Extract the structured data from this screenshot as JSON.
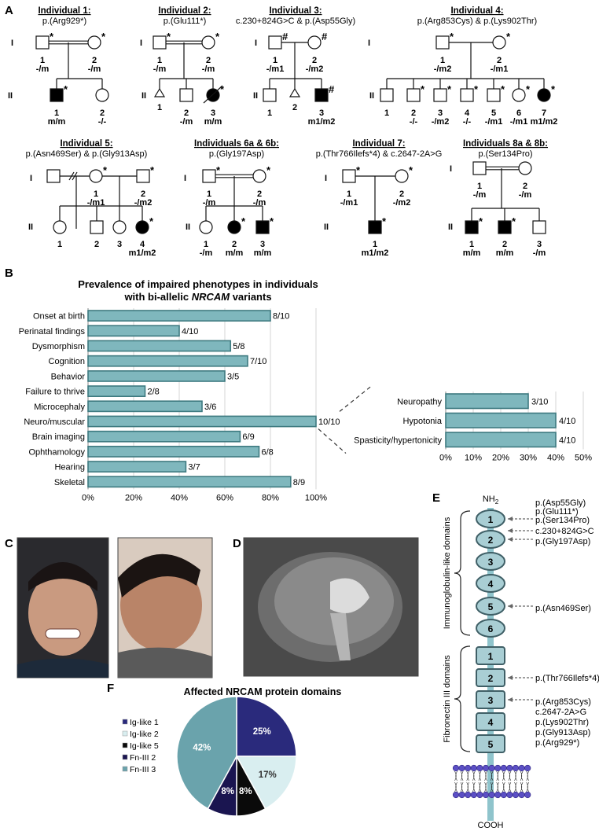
{
  "panel_letters": {
    "a": "A",
    "b": "B",
    "c": "C",
    "d": "D",
    "e": "E",
    "f": "F"
  },
  "pedigrees": [
    {
      "name": "Individual 1",
      "sub": "p.(Arg929*)"
    },
    {
      "name": "Individual 2",
      "sub": "p.(Glu111*)"
    },
    {
      "name": "Individual 3",
      "sub": "c.230+824G>C & p.(Asp55Gly)"
    },
    {
      "name": "Individual 4",
      "sub": "p.(Arg853Cys) & p.(Lys902Thr)"
    },
    {
      "name": "Individual 5",
      "sub": "p.(Asn469Ser) & p.(Gly913Asp)"
    },
    {
      "name": "Individuals 6a & 6b",
      "sub": "p.(Gly197Asp)"
    },
    {
      "name": "Individual 7",
      "sub": "p.(Thr766Ilefs*4) & c.2647-2A>G"
    },
    {
      "name": "Individuals 8a & 8b",
      "sub": "p.(Ser134Pro)"
    }
  ],
  "gen_labels": {
    "one": "I",
    "two": "II"
  },
  "ped_marks": {
    "star": "*",
    "hash": "#"
  },
  "ped_labels": {
    "i1": [
      "1",
      "-/m",
      "2",
      "-/m",
      "1",
      "m/m",
      "2",
      "-/-"
    ],
    "i2": [
      "1",
      "-/m",
      "2",
      "-/m",
      "1",
      "2",
      "-/m",
      "3",
      "m/m"
    ],
    "i3": [
      "1",
      "-/m1",
      "2",
      "-/m2",
      "1",
      "2",
      "3",
      "m1/m2"
    ],
    "i4": [
      "1",
      "-/m2",
      "2",
      "-/m1",
      "1",
      "2",
      "-/-",
      "3",
      "-/m2",
      "4",
      "-/-",
      "5",
      "-/m1",
      "6",
      "-/m1",
      "7",
      "m1/m2"
    ],
    "i5": [
      "1",
      "-/m1",
      "2",
      "-/m2",
      "1",
      "2",
      "3",
      "4",
      "m1/m2"
    ],
    "i6": [
      "1",
      "-/m",
      "2",
      "-/m",
      "1",
      "-/m",
      "2",
      "m/m",
      "3",
      "m/m"
    ],
    "i7": [
      "1",
      "-/m1",
      "2",
      "-/m2",
      "1",
      "m1/m2"
    ],
    "i8": [
      "1",
      "-/m",
      "2",
      "-/m",
      "1",
      "m/m",
      "2",
      "m/m",
      "3",
      "-/m"
    ]
  },
  "chart_data": [
    {
      "type": "bar",
      "orientation": "horizontal",
      "title": "Prevalence of impaired phenotypes in individuals with bi-allelic NRCAM variants",
      "title_line1": "Prevalence of impaired phenotypes in individuals",
      "title_line2_pre": "with bi-allelic ",
      "title_line2_em": "NRCAM",
      "title_line2_post": " variants",
      "categories": [
        "Onset at birth",
        "Perinatal findings",
        "Dysmorphism",
        "Cognition",
        "Behavior",
        "Failure to thrive",
        "Microcephaly",
        "Neuro/muscular",
        "Brain imaging",
        "Ophthamology",
        "Hearing",
        "Skeletal"
      ],
      "values": [
        80,
        40,
        62.5,
        70,
        60,
        25,
        50,
        100,
        66.7,
        75,
        42.9,
        88.9
      ],
      "data_labels": [
        "8/10",
        "4/10",
        "5/8",
        "7/10",
        "3/5",
        "2/8",
        "3/6",
        "10/10",
        "6/9",
        "6/8",
        "3/7",
        "8/9"
      ],
      "xlim": [
        0,
        100
      ],
      "tick_labels": [
        "0%",
        "20%",
        "40%",
        "60%",
        "80%",
        "100%"
      ],
      "grid": true,
      "color": "#7fb7bd"
    },
    {
      "type": "bar",
      "orientation": "horizontal",
      "categories": [
        "Neuropathy",
        "Hypotonia",
        "Spasticity/hypertonicity"
      ],
      "values": [
        30,
        40,
        40
      ],
      "data_labels": [
        "3/10",
        "4/10",
        "4/10"
      ],
      "xlim": [
        0,
        50
      ],
      "tick_labels": [
        "0%",
        "10%",
        "20%",
        "30%",
        "40%",
        "50%"
      ],
      "grid": true,
      "color": "#7fb7bd"
    },
    {
      "type": "pie",
      "title": "Affected NRCAM protein domains",
      "labels": [
        "Ig-like 1",
        "Ig-like 2",
        "Ig-like 5",
        "Fn-III 2",
        "Fn-III 3"
      ],
      "values": [
        25,
        17,
        8,
        8,
        42
      ],
      "value_labels": [
        "25%",
        "17%",
        "8%",
        "8%",
        "42%"
      ],
      "colors": [
        "#2a2a7c",
        "#d9eef0",
        "#0a0a0a",
        "#1a1550",
        "#6aa3ac"
      ],
      "label_colors": [
        "#ffffff",
        "#333333",
        "#ffffff",
        "#ffffff",
        "#ffffff"
      ],
      "legend_position": "left"
    }
  ],
  "protein": {
    "nh2_pre": "NH",
    "nh2_sub": "2",
    "cooh": "COOH",
    "ig_label": "Immunoglobulin-like domains",
    "fn_label": "Fibronectin III domains",
    "ig_domains": [
      "1",
      "2",
      "3",
      "4",
      "5",
      "6"
    ],
    "fn_domains": [
      "1",
      "2",
      "3",
      "4",
      "5"
    ],
    "variants": [
      {
        "text": "p.(Asp55Gly)",
        "arrow": false
      },
      {
        "text": "p.(Glu111*)",
        "arrow": false
      },
      {
        "text": "p.(Ser134Pro)",
        "arrow": true
      },
      {
        "text": "c.230+824G>C",
        "arrow": true
      },
      {
        "text": "p.(Gly197Asp)",
        "arrow": true
      },
      {
        "text": "p.(Asn469Ser)",
        "arrow": true
      },
      {
        "text": "p.(Thr766Ilefs*4)",
        "arrow": true
      },
      {
        "text": "p.(Arg853Cys)",
        "arrow": true
      },
      {
        "text": "c.2647-2A>G",
        "arrow": false
      },
      {
        "text": "p.(Lys902Thr)",
        "arrow": false
      },
      {
        "text": "p.(Gly913Asp)",
        "arrow": false
      },
      {
        "text": "p.(Arg929*)",
        "arrow": false
      }
    ],
    "colors": {
      "ig_fill": "#a9ced4",
      "fn_fill": "#a9ced4",
      "stroke": "#3f5f66",
      "stalk": "#8fc4cc",
      "lipid": "#5b4fc4"
    }
  },
  "colors": {
    "bar": "#7fb7bd",
    "bar_stroke": "#3e7a80",
    "affected": "#000000",
    "unaffected": "#ffffff"
  }
}
